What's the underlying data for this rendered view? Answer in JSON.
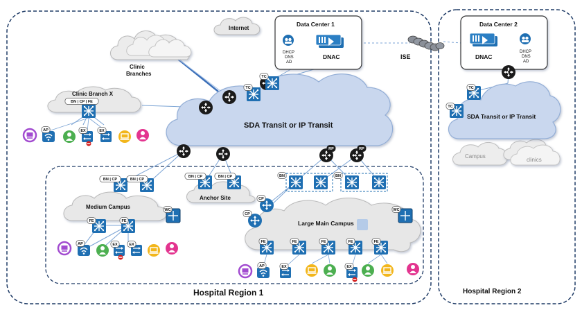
{
  "regions": {
    "region1": "Hospital Region 1",
    "region2": "Hospital Region 2"
  },
  "clouds": {
    "internet": "Internet",
    "clinic_branches_l1": "Clinic",
    "clinic_branches_l2": "Branches",
    "clinic_branch_x": "Clinic Branch X",
    "sda_transit_1": "SDA Transit  or IP Transit",
    "sda_transit_2": "SDA Transit  or IP Transit",
    "medium_campus": "Medium Campus",
    "anchor_site": "Anchor Site",
    "large_main_campus": "Large Main Campus",
    "campus": "Campus",
    "clinics": "clinics"
  },
  "datacenters": {
    "dc1": {
      "title": "Data Center 1",
      "services_l1": "DHCP",
      "services_l2": "DNS",
      "services_l3": "AD",
      "dnac": "DNAC"
    },
    "dc2": {
      "title": "Data Center 2",
      "services_l1": "DHCP",
      "services_l2": "DNS",
      "services_l3": "AD",
      "dnac": "DNAC"
    }
  },
  "ise_label": "ISE",
  "badges": {
    "tc": "TC",
    "bn_cp": "BN | CP",
    "bn_cp_fe": "BN | CP | FE",
    "bn": "BN",
    "cp": "CP",
    "fe": "FE",
    "ex": "EX",
    "ap": "AP",
    "wc": "WC",
    "rp": "RP"
  },
  "colors": {
    "cloud_fill": "#c9d7ee",
    "cloud_grey": "#e6e6e6",
    "device_blue": "#1f6fb2",
    "router_dark": "#1b1b1b",
    "region_border": "#1f3b66",
    "user_purple": "#a24bd0",
    "user_green": "#4caf50",
    "user_yellow": "#f2b61c",
    "user_pink": "#e3348f",
    "ise_grey": "#8a8f98"
  }
}
